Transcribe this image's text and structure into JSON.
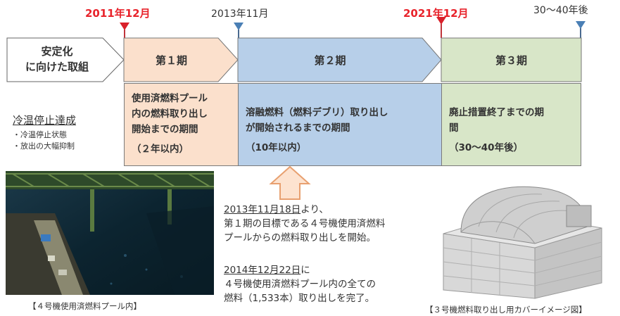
{
  "timeline": {
    "dates": [
      {
        "label": "2011年12月",
        "highlight": true
      },
      {
        "label": "2013年11月",
        "highlight": false
      },
      {
        "label": "2021年12月",
        "highlight": true
      },
      {
        "label": "30〜40年後",
        "highlight": false
      }
    ],
    "start_box": {
      "line1": "安定化",
      "line2": "に向けた取組"
    },
    "phases": [
      {
        "title": "第１期",
        "desc_lines": [
          "使用済燃料プール",
          "内の燃料取り出し",
          "開始までの期間"
        ],
        "period": "（２年以内）"
      },
      {
        "title": "第２期",
        "desc_lines": [
          "溶融燃料（燃料デブリ）取り出し",
          "が開始されるまでの期間"
        ],
        "period": "（10年以内）"
      },
      {
        "title": "第３期",
        "desc_lines": [
          "廃止措置終了までの期",
          "間"
        ],
        "period": "（30〜40年後）"
      }
    ]
  },
  "cold_shutdown": {
    "title": "冷温停止達成",
    "items": [
      "・冷温停止状態",
      "・放出の大幅抑制"
    ]
  },
  "notes": {
    "n1_date": "2013年11月18日",
    "n1_rest": "より、",
    "n1_line2": "第１期の目標である４号機使用済燃料",
    "n1_line3": "プールからの燃料取り出しを開始。",
    "n2_date": "2014年12月22日",
    "n2_rest": "に",
    "n2_line2": "４号機使用済燃料プール内の全ての",
    "n2_line3": "燃料（1,533本）取り出しを完了。"
  },
  "captions": {
    "left": "【４号機使用済燃料プール内】",
    "right": "【３号機燃料取り出し用カバーイメージ図】"
  },
  "colors": {
    "phase1": "#fbe0cc",
    "phase2": "#b7cfe9",
    "phase3": "#d8e6c8",
    "red": "#e8232b"
  }
}
